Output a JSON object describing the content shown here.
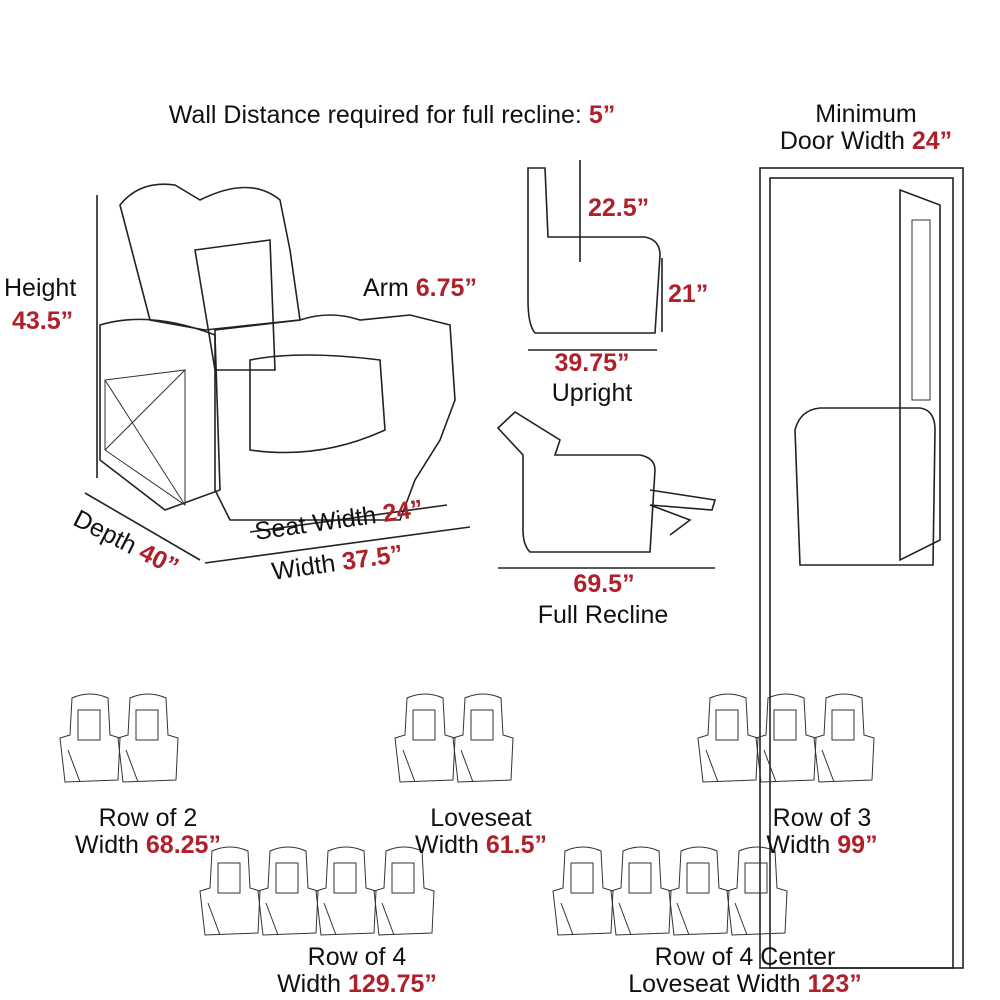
{
  "title": {
    "label": "Wall Distance required for full recline:",
    "value": "5”"
  },
  "door": {
    "line1": "Minimum",
    "label": "Door Width",
    "value": "24”"
  },
  "dimensions": {
    "height": {
      "label": "Height",
      "value": "43.5”"
    },
    "arm": {
      "label": "Arm",
      "value": "6.75”"
    },
    "seat_width": {
      "label": "Seat Width",
      "value": "24”"
    },
    "width": {
      "label": "Width",
      "value": "37.5”"
    },
    "depth": {
      "label": "Depth",
      "value": "40”"
    },
    "back_height": {
      "value": "22.5”"
    },
    "seat_height": {
      "value": "21”"
    },
    "upright_depth": {
      "value": "39.75”",
      "label": "Upright"
    },
    "recline_depth": {
      "value": "69.5”",
      "label": "Full Recline"
    }
  },
  "configurations": [
    {
      "name": "Row of 2",
      "label": "Width",
      "value": "68.25”",
      "seats": 2
    },
    {
      "name": "Loveseat",
      "label": "Width",
      "value": "61.5”",
      "seats": 2
    },
    {
      "name": "Row of 3",
      "label": "Width",
      "value": "99”",
      "seats": 3
    },
    {
      "name": "Row of 4",
      "label": "Width",
      "value": "129.75”",
      "seats": 4
    },
    {
      "name": "Row of 4 Center",
      "label": "Loveseat Width",
      "value": "123”",
      "seats": 4
    }
  ],
  "colors": {
    "accent": "#b0202a",
    "text": "#111111"
  }
}
